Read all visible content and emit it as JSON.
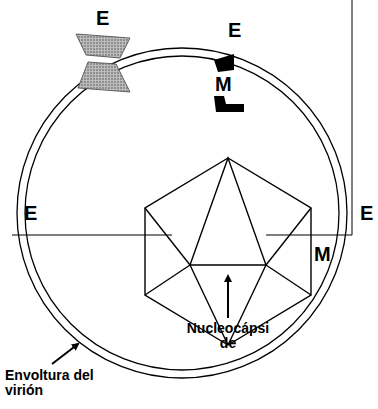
{
  "diagram": {
    "labels": [
      "E",
      "E",
      "M",
      "E",
      "E",
      "M",
      "Nucleocápsi de",
      "Envoltura del virión"
    ]
  }
}
